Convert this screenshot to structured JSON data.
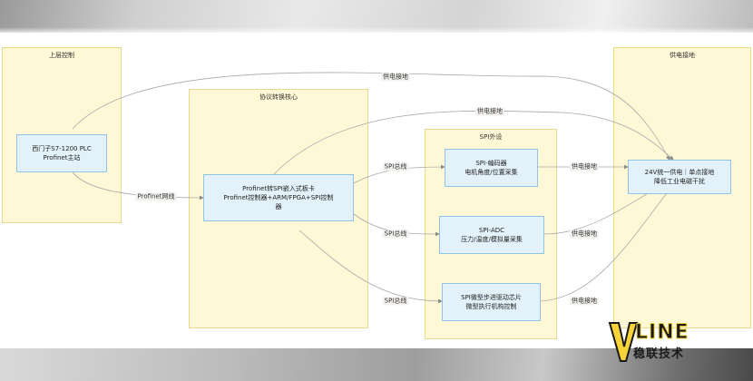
{
  "groups": {
    "upper_control": "上层控制",
    "protocol_core": "协议转换核心",
    "spi_peripherals": "SPI外设",
    "power_ground": "供电接地"
  },
  "nodes": {
    "plc": [
      "西门子S7-1200 PLC",
      "Profinet主站"
    ],
    "bridge": [
      "Profinet转SPI嵌入式板卡",
      "Profinet控制器+ARM/FPGA+SPI控制",
      "器"
    ],
    "encoder": [
      "SPI-编码器",
      "电机角度/位置采集"
    ],
    "adc": [
      "SPI-ADC",
      "压力/温度/模拟量采集"
    ],
    "stepper": [
      "SPI微型步进驱动芯片",
      "微型执行机构控制"
    ],
    "power": [
      "24V统一供电｜单点接地",
      "降低工业电磁干扰"
    ]
  },
  "edges": {
    "profinet_cable": "Profinet网线",
    "spi_bus_1": "SPI总线",
    "spi_bus_2": "SPI总线",
    "spi_bus_3": "SPI总线",
    "power_top": "供电接地",
    "power_mid": "供电接地",
    "power_encoder": "供电接地",
    "power_adc": "供电接地",
    "power_stepper": "供电接地"
  },
  "logo": {
    "mark": "V",
    "wordmark": "LINE",
    "chinese": "稳联技术"
  },
  "colors": {
    "group_fill": "#fff8d6",
    "group_border": "#e8d98c",
    "node_fill": "#e3f1fb",
    "node_border": "#8fc4e4",
    "edge": "#9a9a9a",
    "logo_yellow": "#f7d33a"
  }
}
